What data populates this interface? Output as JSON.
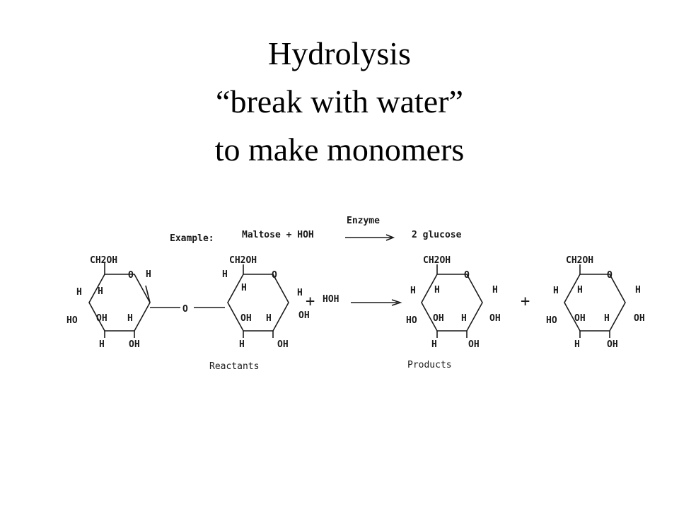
{
  "slide": {
    "title_lines": [
      "Hydrolysis",
      "“break with water”",
      "to make monomers"
    ]
  },
  "reaction": {
    "example_label": "Example:",
    "equation_left": "Maltose + HOH",
    "enzyme_label": "Enzyme",
    "equation_right": "2 glucose",
    "reactants_label": "Reactants",
    "products_label": "Products",
    "water_label": "HOH",
    "plus_sign": "+",
    "bridge_oxygen": "O"
  },
  "ring": {
    "ch2oh": "CH2OH",
    "ring_o": "O",
    "h": "H",
    "oh": "OH",
    "ho": "HO"
  }
}
